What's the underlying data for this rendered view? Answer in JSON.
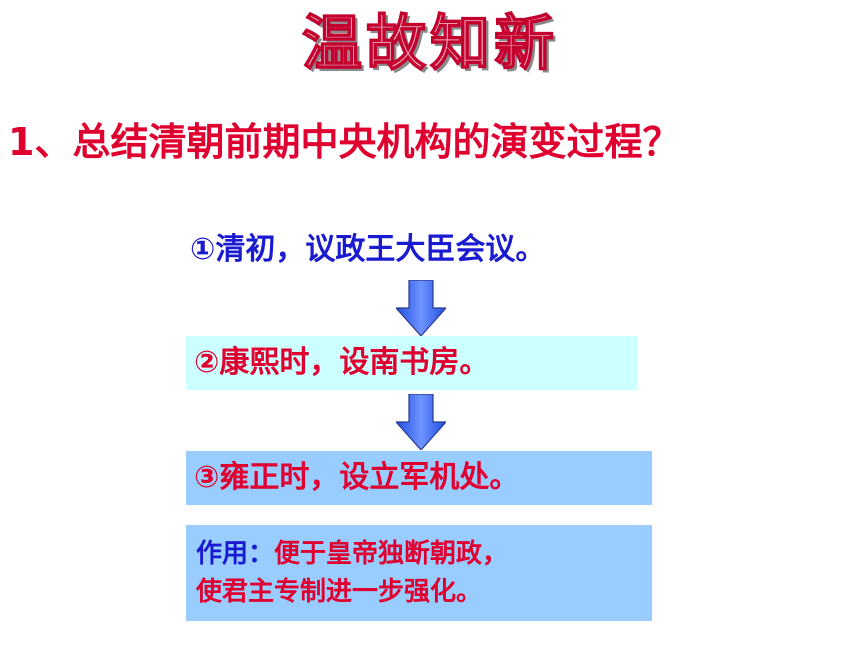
{
  "slide": {
    "title": "温故知新",
    "question": "1、总结清朝前期中央机构的演变过程？",
    "steps": [
      {
        "text": "①清初，议政王大臣会议。"
      },
      {
        "text": "②康熙时，设南书房。"
      },
      {
        "text": "③雍正时，设立军机处。"
      }
    ],
    "effect": {
      "label": "作用：",
      "line1": "便于皇帝独断朝政，",
      "line2": "使君主专制进一步强化。"
    },
    "colors": {
      "title_fill": "#e8b0bd",
      "title_stroke": "#c4002f",
      "red_text": "#e00030",
      "blue_text": "#1a1ad0",
      "box_light_cyan": "#ccffff",
      "box_light_blue": "#99ccff",
      "arrow_blue": "#3366ff"
    },
    "icons": [
      "arrow-down-icon",
      "arrow-down-icon"
    ]
  }
}
